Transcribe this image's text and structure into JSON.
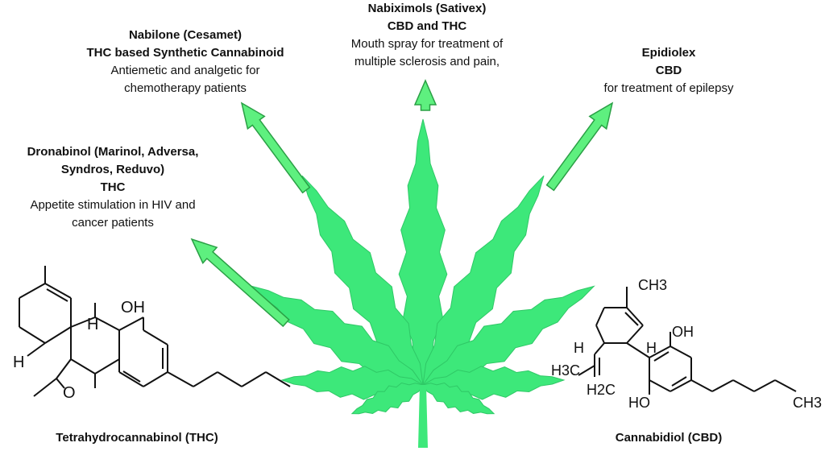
{
  "colors": {
    "leaf_fill": "#3de87a",
    "leaf_stroke": "#2fc866",
    "arrow_fill": "#5ef07f",
    "arrow_stroke": "#2a9f45",
    "line": "#111111"
  },
  "drugs": [
    {
      "name": "Nabilone (Cesamet)",
      "compound": "THC based Synthetic Cannabinoid",
      "use_1": "Antiemetic and analgetic for",
      "use_2": "chemotherapy patients"
    },
    {
      "name": "Nabiximols (Sativex)",
      "compound": "CBD and THC",
      "use_1": "Mouth spray for treatment of",
      "use_2": "multiple sclerosis and pain,"
    },
    {
      "name": "Epidiolex",
      "compound": "CBD",
      "use_1": "for treatment of epilepsy",
      "use_2": ""
    },
    {
      "name_1": "Dronabinol (Marinol, Adversa,",
      "name_2": "Syndros, Reduvo)",
      "compound": "THC",
      "use_1": "Appetite stimulation in HIV and",
      "use_2": "cancer patients"
    }
  ],
  "molecules": {
    "thc": {
      "name": "Tetrahydrocannabinol (THC)",
      "oh": "OH",
      "h_top": "H",
      "h_left": "H",
      "o": "O"
    },
    "cbd": {
      "name": "Cannabidiol (CBD)",
      "ch3_top": "CH3",
      "oh_top": "OH",
      "h_right": "H",
      "h_left": "H",
      "h3c": "H3C",
      "h2c": "H2C",
      "ho": "HO",
      "ch3_tail": "CH3"
    }
  }
}
